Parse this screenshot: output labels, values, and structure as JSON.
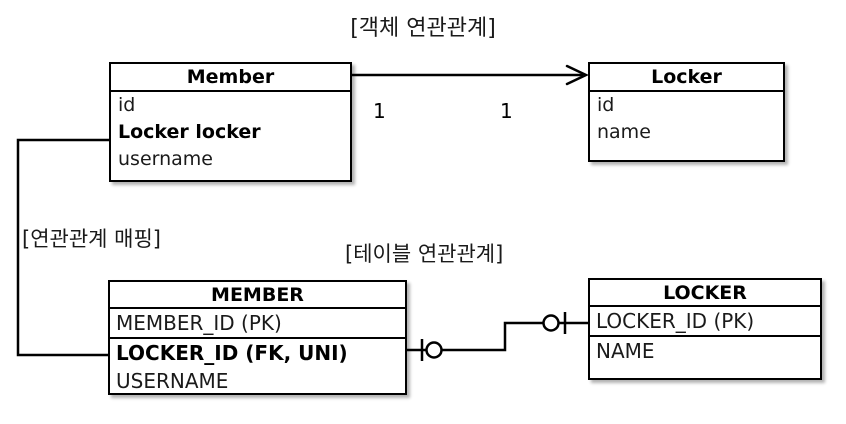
{
  "diagram": {
    "object_section": {
      "title": "[객체 연관관계]",
      "member_class": {
        "name": "Member",
        "fields": [
          {
            "text": "id",
            "bold": false
          },
          {
            "text": "Locker locker",
            "bold": true
          },
          {
            "text": "username",
            "bold": false
          }
        ]
      },
      "locker_class": {
        "name": "Locker",
        "fields": [
          {
            "text": "id",
            "bold": false
          },
          {
            "text": "name",
            "bold": false
          }
        ]
      },
      "multiplicity_source": "1",
      "multiplicity_target": "1"
    },
    "mapping_label": "[연관관계 매핑]",
    "table_section": {
      "title": "[테이블 연관관계]",
      "member_table": {
        "name": "MEMBER",
        "columns": [
          {
            "text": "MEMBER_ID (PK)",
            "bold": false
          },
          {
            "text": "LOCKER_ID (FK, UNI)",
            "bold": true
          },
          {
            "text": "USERNAME",
            "bold": false
          }
        ]
      },
      "locker_table": {
        "name": "LOCKER",
        "columns": [
          {
            "text": "LOCKER_ID (PK)",
            "bold": false
          },
          {
            "text": "NAME",
            "bold": false
          }
        ]
      }
    },
    "colors": {
      "stroke": "#000000",
      "background": "#ffffff",
      "text": "#1a1a1a",
      "shadow": "rgba(0,0,0,0.30)"
    }
  }
}
